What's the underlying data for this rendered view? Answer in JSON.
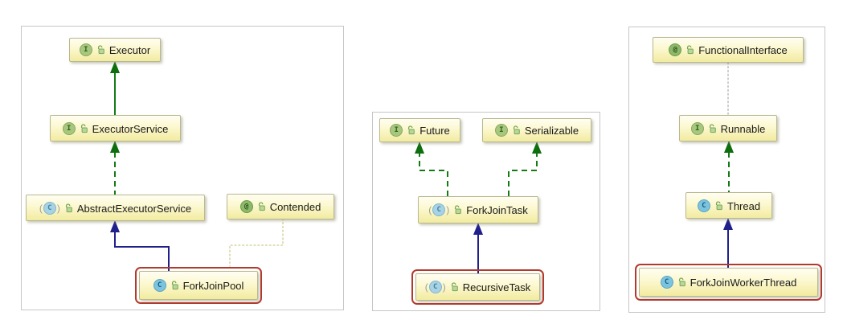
{
  "app": "uml-class-diagram",
  "selection_color": "#b23a2c",
  "colors": {
    "node_fill_top": "#fffef2",
    "node_fill_bottom": "#f2eba0",
    "node_border": "#b9b890",
    "extends_class_edge": "#20208c",
    "extends_interface_edge": "#157a15",
    "annotation_edge_tan": "#d8d5a2",
    "annotation_edge_gray": "#c0c0c0"
  },
  "panels": [
    {
      "name": "forkjoinpool-hierarchy",
      "nodes": [
        {
          "id": "executor",
          "label": "Executor",
          "kind": "interface",
          "glyph": "I"
        },
        {
          "id": "executor-service",
          "label": "ExecutorService",
          "kind": "interface",
          "glyph": "I"
        },
        {
          "id": "abstract-executor-service",
          "label": "AbstractExecutorService",
          "kind": "abstract-class",
          "glyph": "C"
        },
        {
          "id": "contended",
          "label": "Contended",
          "kind": "annotation",
          "glyph": "@"
        },
        {
          "id": "fork-join-pool",
          "label": "ForkJoinPool",
          "kind": "class",
          "glyph": "C",
          "selected": true
        }
      ],
      "edges": [
        {
          "from": "ExecutorService",
          "to": "Executor",
          "relation": "extends-interface",
          "style": "solid-green"
        },
        {
          "from": "AbstractExecutorService",
          "to": "ExecutorService",
          "relation": "implements",
          "style": "dashed-green"
        },
        {
          "from": "ForkJoinPool",
          "to": "AbstractExecutorService",
          "relation": "extends-class",
          "style": "solid-navy"
        },
        {
          "from": "ForkJoinPool",
          "to": "Contended",
          "relation": "annotated-with",
          "style": "dotted-tan"
        }
      ]
    },
    {
      "name": "recursivetask-hierarchy",
      "nodes": [
        {
          "id": "future",
          "label": "Future",
          "kind": "interface",
          "glyph": "I"
        },
        {
          "id": "serializable",
          "label": "Serializable",
          "kind": "interface",
          "glyph": "I"
        },
        {
          "id": "fork-join-task",
          "label": "ForkJoinTask",
          "kind": "abstract-class",
          "glyph": "C"
        },
        {
          "id": "recursive-task",
          "label": "RecursiveTask",
          "kind": "abstract-class",
          "glyph": "C",
          "selected": true
        }
      ],
      "edges": [
        {
          "from": "ForkJoinTask",
          "to": "Future",
          "relation": "implements",
          "style": "dashed-green"
        },
        {
          "from": "ForkJoinTask",
          "to": "Serializable",
          "relation": "implements",
          "style": "dashed-green"
        },
        {
          "from": "RecursiveTask",
          "to": "ForkJoinTask",
          "relation": "extends-class",
          "style": "solid-navy"
        }
      ]
    },
    {
      "name": "forkjoinworkerthread-hierarchy",
      "nodes": [
        {
          "id": "functional-interface",
          "label": "FunctionalInterface",
          "kind": "annotation",
          "glyph": "@"
        },
        {
          "id": "runnable",
          "label": "Runnable",
          "kind": "interface",
          "glyph": "I"
        },
        {
          "id": "thread",
          "label": "Thread",
          "kind": "class",
          "glyph": "C"
        },
        {
          "id": "fork-join-worker-thread",
          "label": "ForkJoinWorkerThread",
          "kind": "class",
          "glyph": "C",
          "selected": true
        }
      ],
      "edges": [
        {
          "from": "Runnable",
          "to": "FunctionalInterface",
          "relation": "annotated-with",
          "style": "dotted-gray"
        },
        {
          "from": "Thread",
          "to": "Runnable",
          "relation": "implements",
          "style": "dashed-green"
        },
        {
          "from": "ForkJoinWorkerThread",
          "to": "Thread",
          "relation": "extends-class",
          "style": "solid-navy"
        }
      ]
    }
  ]
}
